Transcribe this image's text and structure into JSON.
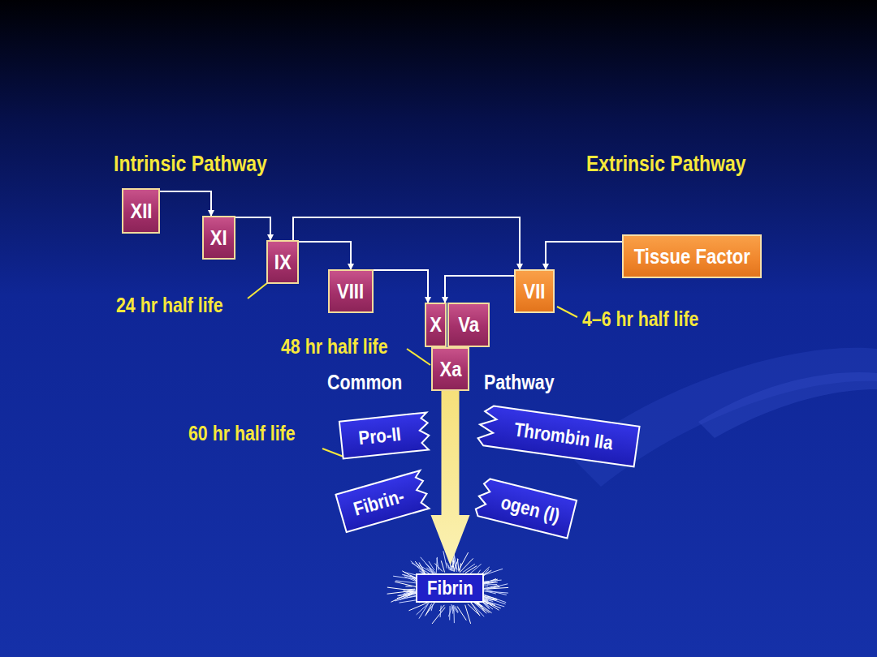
{
  "diagram": {
    "nodes": [
      {
        "text": [
          "XII"
        ]
      },
      {
        "text": [
          "XI"
        ]
      },
      {
        "text": [
          "IX"
        ]
      },
      {
        "text": [
          "VIII"
        ]
      },
      {
        "text": [
          "VII"
        ]
      },
      {
        "text": [
          "Tissue Factor"
        ]
      },
      {
        "text": [
          "X"
        ]
      },
      {
        "text": [
          "Va"
        ]
      },
      {
        "text": [
          "Xa"
        ]
      },
      {
        "text": [
          "Pro-II"
        ]
      },
      {
        "text": [
          "Thrombin IIa"
        ]
      },
      {
        "text": [
          "Fibrin-"
        ]
      },
      {
        "text": [
          "ogen (I)"
        ]
      },
      {
        "text": [
          "Fibrin"
        ]
      }
    ],
    "edges": [
      {
        "from": 0,
        "to": 1,
        "arrow": "to"
      },
      {
        "from": 1,
        "to": 2,
        "arrow": "to"
      },
      {
        "from": 2,
        "to": 3,
        "arrow": "to"
      },
      {
        "from": 2,
        "to": 4,
        "arrow": "to"
      },
      {
        "from": 5,
        "to": 4,
        "arrow": "to"
      },
      {
        "from": 3,
        "to": 6,
        "arrow": "to"
      },
      {
        "from": 4,
        "to": 6,
        "arrow": "to"
      },
      {
        "from": 8,
        "to": 13,
        "arrow": "to"
      }
    ],
    "labels": [
      "Intrinsic Pathway",
      "Extrinsic Pathway",
      "24 hr half life",
      "4–6 hr half life",
      "48 hr half life",
      "Common",
      "Pathway",
      "60 hr half life"
    ]
  }
}
